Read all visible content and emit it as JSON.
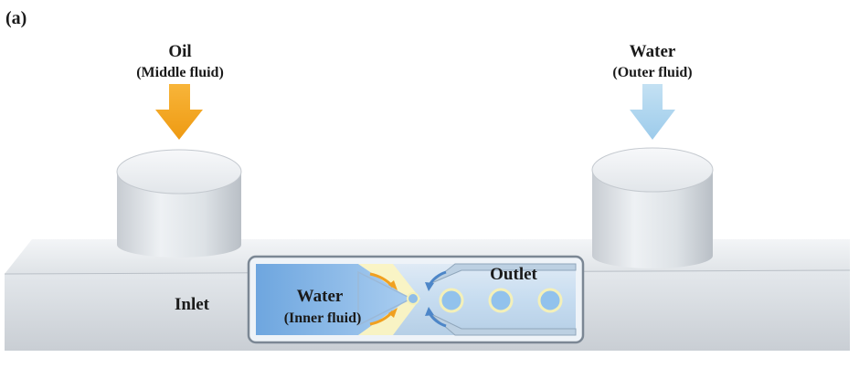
{
  "panel_label": "(a)",
  "oil": {
    "name": "Oil",
    "role": "(Middle fluid)",
    "arrow_color": "#f5a623"
  },
  "outer_water": {
    "name": "Water",
    "role": "(Outer fluid)",
    "arrow_color": "#a9d3ee"
  },
  "inner_water": {
    "name": "Water",
    "role": "(Inner fluid)",
    "color": "#7fb2e6"
  },
  "inlet_label": "Inlet",
  "outlet_label": "Outlet",
  "droplet_count": 3,
  "colors": {
    "stage": "#e9ecef",
    "cylinder": "#e3e7eb",
    "channel": "#c9e0f4",
    "droplet_fill": "#92c2ec",
    "droplet_ring": "#f4f0b8"
  }
}
